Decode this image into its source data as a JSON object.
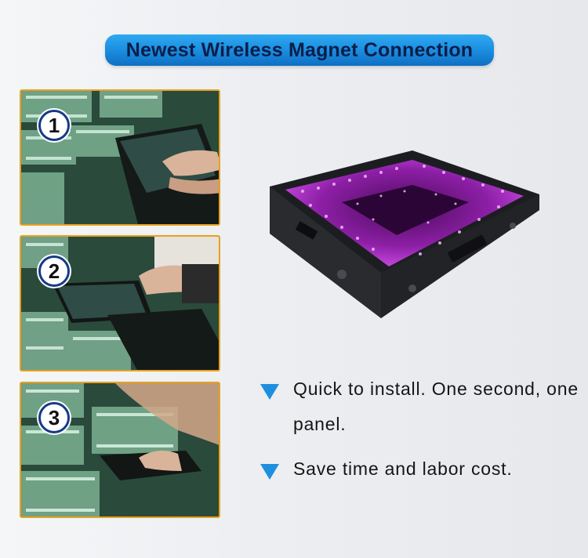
{
  "header": {
    "title": "Newest Wireless Magnet Connection"
  },
  "steps": [
    {
      "number": "1"
    },
    {
      "number": "2"
    },
    {
      "number": "3"
    }
  ],
  "features": [
    {
      "text": "Quick to install. One second, one panel.",
      "icon": "triangle-down-icon"
    },
    {
      "text": "Save time and labor cost.",
      "icon": "triangle-down-icon"
    }
  ],
  "colors": {
    "banner": "#1b8ee0",
    "banner_text": "#0b1e4a",
    "photo_border": "#e8a21d",
    "badge_ring": "#163a86",
    "bullet": "#1e8fe0",
    "led_glow": "#c23ad8"
  }
}
